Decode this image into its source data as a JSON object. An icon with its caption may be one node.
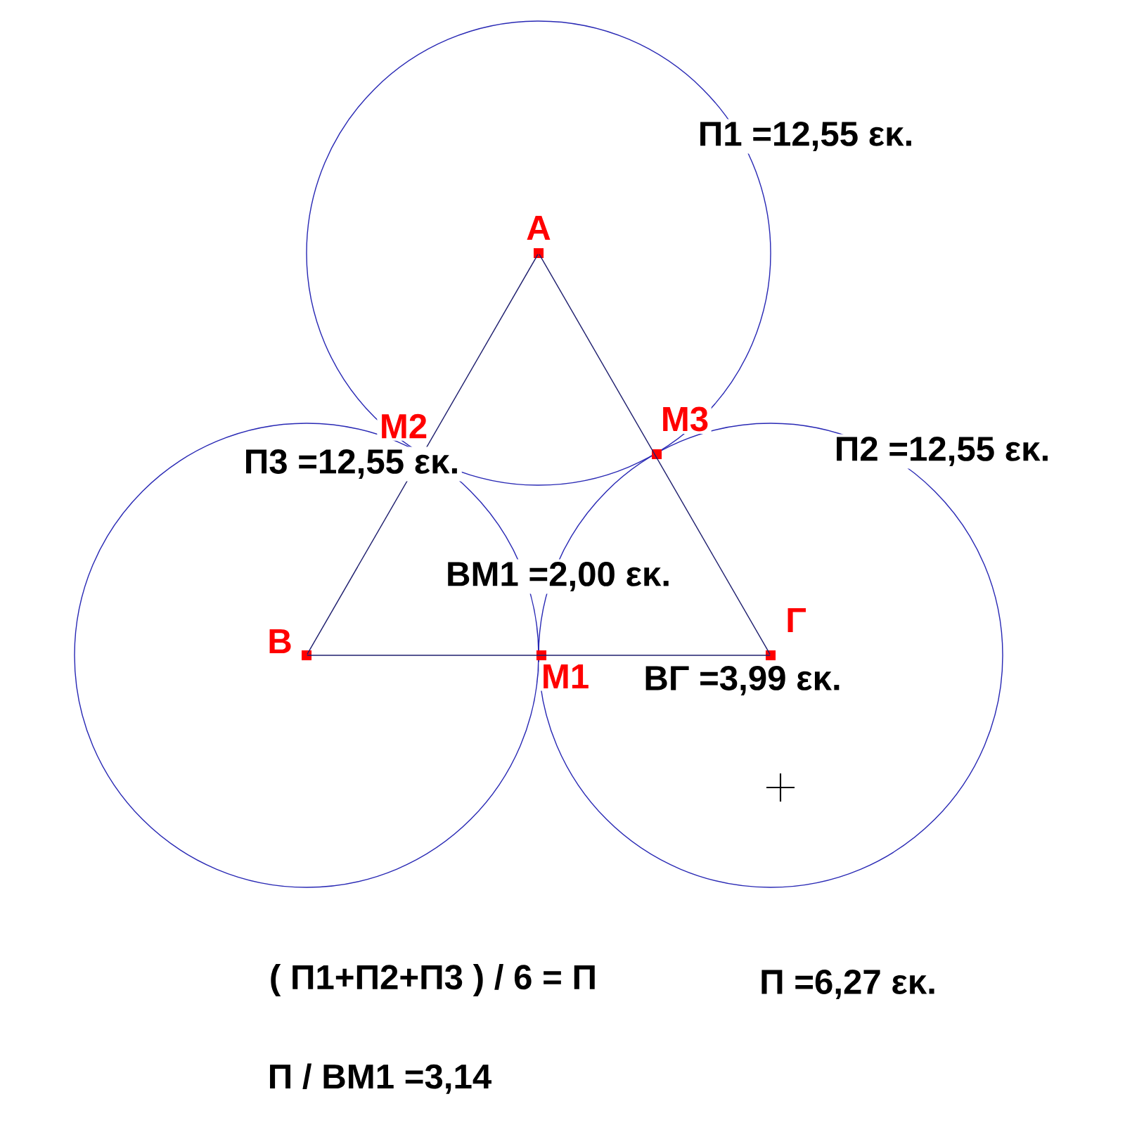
{
  "diagram": {
    "nodes": [
      {
        "text": [
          "Α"
        ]
      },
      {
        "text": [
          "Μ2"
        ]
      },
      {
        "text": [
          "Μ3"
        ]
      },
      {
        "text": [
          "Β"
        ]
      },
      {
        "text": [
          "Μ1"
        ]
      },
      {
        "text": [
          "Γ"
        ]
      }
    ],
    "edges": [
      {
        "from": 0,
        "to": 3,
        "arrow": "none"
      },
      {
        "from": 3,
        "to": 5,
        "arrow": "none"
      },
      {
        "from": 5,
        "to": 0,
        "arrow": "none"
      }
    ],
    "labels": [
      "Π1 =12,55 εκ.",
      "Π3 =12,55 εκ.",
      "Π2 =12,55 εκ.",
      "ΒΜ1 =2,00 εκ.",
      "ΒΓ =3,99 εκ.",
      "( Π1+Π2+Π3 ) / 6 = Π",
      "Π =6,27 εκ.",
      "Π / ΒΜ1 =3,14"
    ]
  }
}
